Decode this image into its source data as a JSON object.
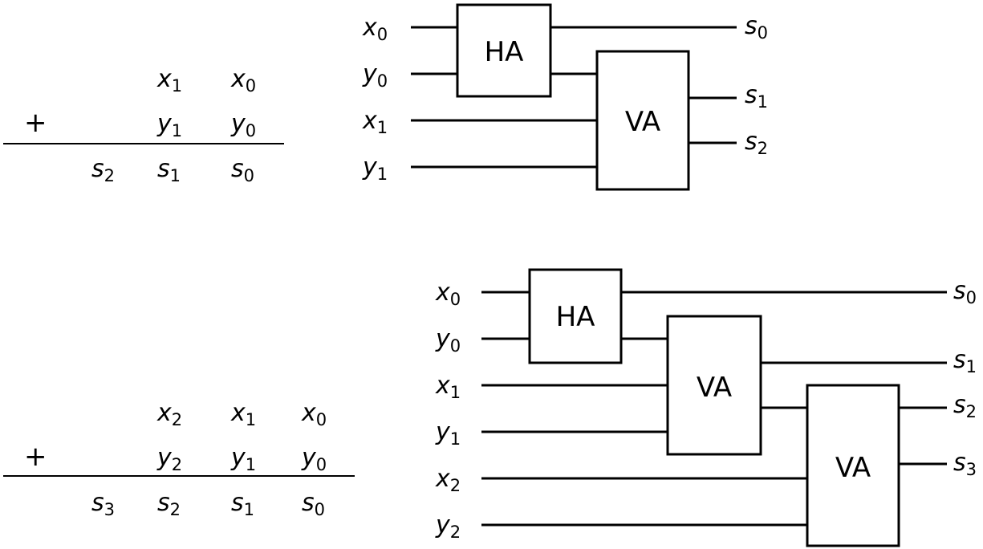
{
  "example1": {
    "operator": "+",
    "rows": [
      [
        {
          "v": "x",
          "s": "1"
        },
        {
          "v": "x",
          "s": "0"
        }
      ],
      [
        {
          "v": "y",
          "s": "1"
        },
        {
          "v": "y",
          "s": "0"
        }
      ],
      [
        {
          "v": "s",
          "s": "2"
        },
        {
          "v": "s",
          "s": "1"
        },
        {
          "v": "s",
          "s": "0"
        }
      ]
    ]
  },
  "example2": {
    "operator": "+",
    "rows": [
      [
        {
          "v": "x",
          "s": "2"
        },
        {
          "v": "x",
          "s": "1"
        },
        {
          "v": "x",
          "s": "0"
        }
      ],
      [
        {
          "v": "y",
          "s": "2"
        },
        {
          "v": "y",
          "s": "1"
        },
        {
          "v": "y",
          "s": "0"
        }
      ],
      [
        {
          "v": "s",
          "s": "3"
        },
        {
          "v": "s",
          "s": "2"
        },
        {
          "v": "s",
          "s": "1"
        },
        {
          "v": "s",
          "s": "0"
        }
      ]
    ]
  },
  "circuit1": {
    "inputs": [
      {
        "v": "x",
        "s": "0"
      },
      {
        "v": "y",
        "s": "0"
      },
      {
        "v": "x",
        "s": "1"
      },
      {
        "v": "y",
        "s": "1"
      }
    ],
    "outputs": [
      {
        "v": "s",
        "s": "0"
      },
      {
        "v": "s",
        "s": "1"
      },
      {
        "v": "s",
        "s": "2"
      }
    ],
    "blocks": [
      "HA",
      "VA"
    ]
  },
  "circuit2": {
    "inputs": [
      {
        "v": "x",
        "s": "0"
      },
      {
        "v": "y",
        "s": "0"
      },
      {
        "v": "x",
        "s": "1"
      },
      {
        "v": "y",
        "s": "1"
      },
      {
        "v": "x",
        "s": "2"
      },
      {
        "v": "y",
        "s": "2"
      }
    ],
    "outputs": [
      {
        "v": "s",
        "s": "0"
      },
      {
        "v": "s",
        "s": "1"
      },
      {
        "v": "s",
        "s": "2"
      },
      {
        "v": "s",
        "s": "3"
      }
    ],
    "blocks": [
      "HA",
      "VA",
      "VA"
    ]
  }
}
